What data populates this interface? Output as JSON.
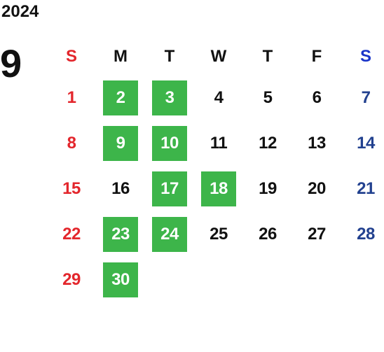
{
  "calendar": {
    "year": "2024",
    "month": "9",
    "weekdays": [
      {
        "label": "S",
        "color": "#e3262c"
      },
      {
        "label": "M",
        "color": "#111111"
      },
      {
        "label": "T",
        "color": "#111111"
      },
      {
        "label": "W",
        "color": "#111111"
      },
      {
        "label": "T",
        "color": "#111111"
      },
      {
        "label": "F",
        "color": "#111111"
      },
      {
        "label": "S",
        "color": "#1a35c9"
      }
    ],
    "colors": {
      "sunday": "#e3262c",
      "saturday": "#22418f",
      "weekday": "#111111",
      "highlight_bg": "#3db54a",
      "highlight_text": "#ffffff"
    },
    "weeks": [
      [
        {
          "day": "1"
        },
        {
          "day": "2",
          "highlight": true
        },
        {
          "day": "3",
          "highlight": true
        },
        {
          "day": "4"
        },
        {
          "day": "5"
        },
        {
          "day": "6"
        },
        {
          "day": "7"
        }
      ],
      [
        {
          "day": "8"
        },
        {
          "day": "9",
          "highlight": true
        },
        {
          "day": "10",
          "highlight": true
        },
        {
          "day": "11"
        },
        {
          "day": "12"
        },
        {
          "day": "13"
        },
        {
          "day": "14"
        }
      ],
      [
        {
          "day": "15"
        },
        {
          "day": "16"
        },
        {
          "day": "17",
          "highlight": true
        },
        {
          "day": "18",
          "highlight": true
        },
        {
          "day": "19"
        },
        {
          "day": "20"
        },
        {
          "day": "21"
        }
      ],
      [
        {
          "day": "22"
        },
        {
          "day": "23",
          "highlight": true
        },
        {
          "day": "24",
          "highlight": true
        },
        {
          "day": "25"
        },
        {
          "day": "26"
        },
        {
          "day": "27"
        },
        {
          "day": "28"
        }
      ],
      [
        {
          "day": "29"
        },
        {
          "day": "30",
          "highlight": true
        },
        {
          "day": ""
        },
        {
          "day": ""
        },
        {
          "day": ""
        },
        {
          "day": ""
        },
        {
          "day": ""
        }
      ]
    ]
  }
}
